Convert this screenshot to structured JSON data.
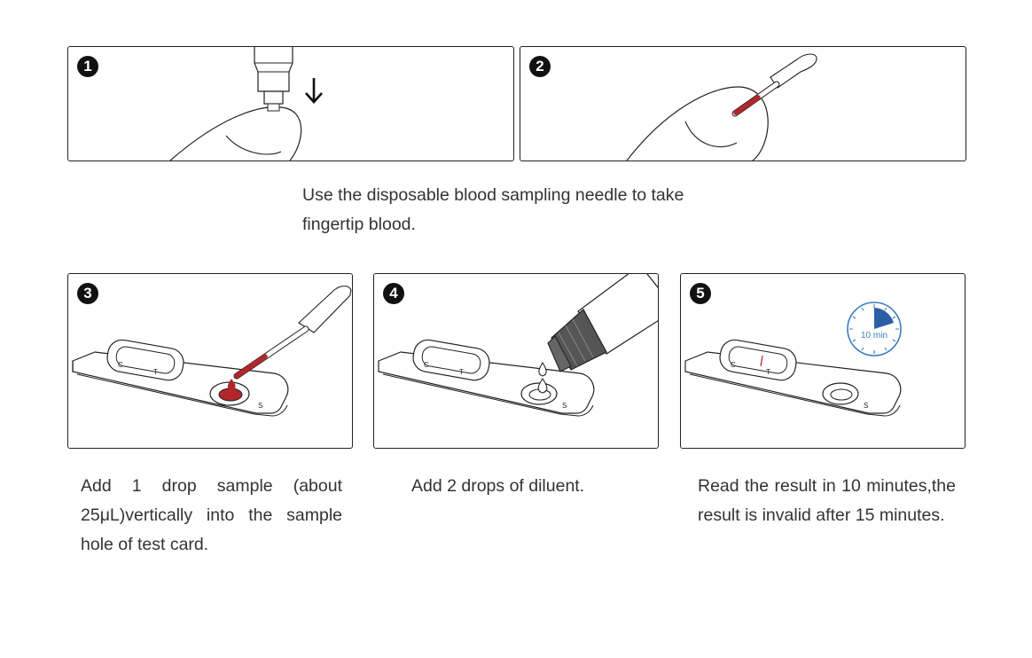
{
  "steps": [
    {
      "badge": "1"
    },
    {
      "badge": "2"
    },
    {
      "badge": "3"
    },
    {
      "badge": "4"
    },
    {
      "badge": "5",
      "timer_label": "10 min"
    }
  ],
  "captions": {
    "fingertip": "Use the disposable blood sampling needle to take fingertip blood.",
    "step3": "Add 1 drop sample (about 25μL)vertically into the sample hole of test card.",
    "step4": "Add 2 drops of diluent.",
    "step5": "Read the result in 10 minutes,the result is invalid after 15 minutes."
  },
  "colors": {
    "blood": "#b3262a",
    "timer": "#3a7cc0",
    "outline": "#222222"
  }
}
